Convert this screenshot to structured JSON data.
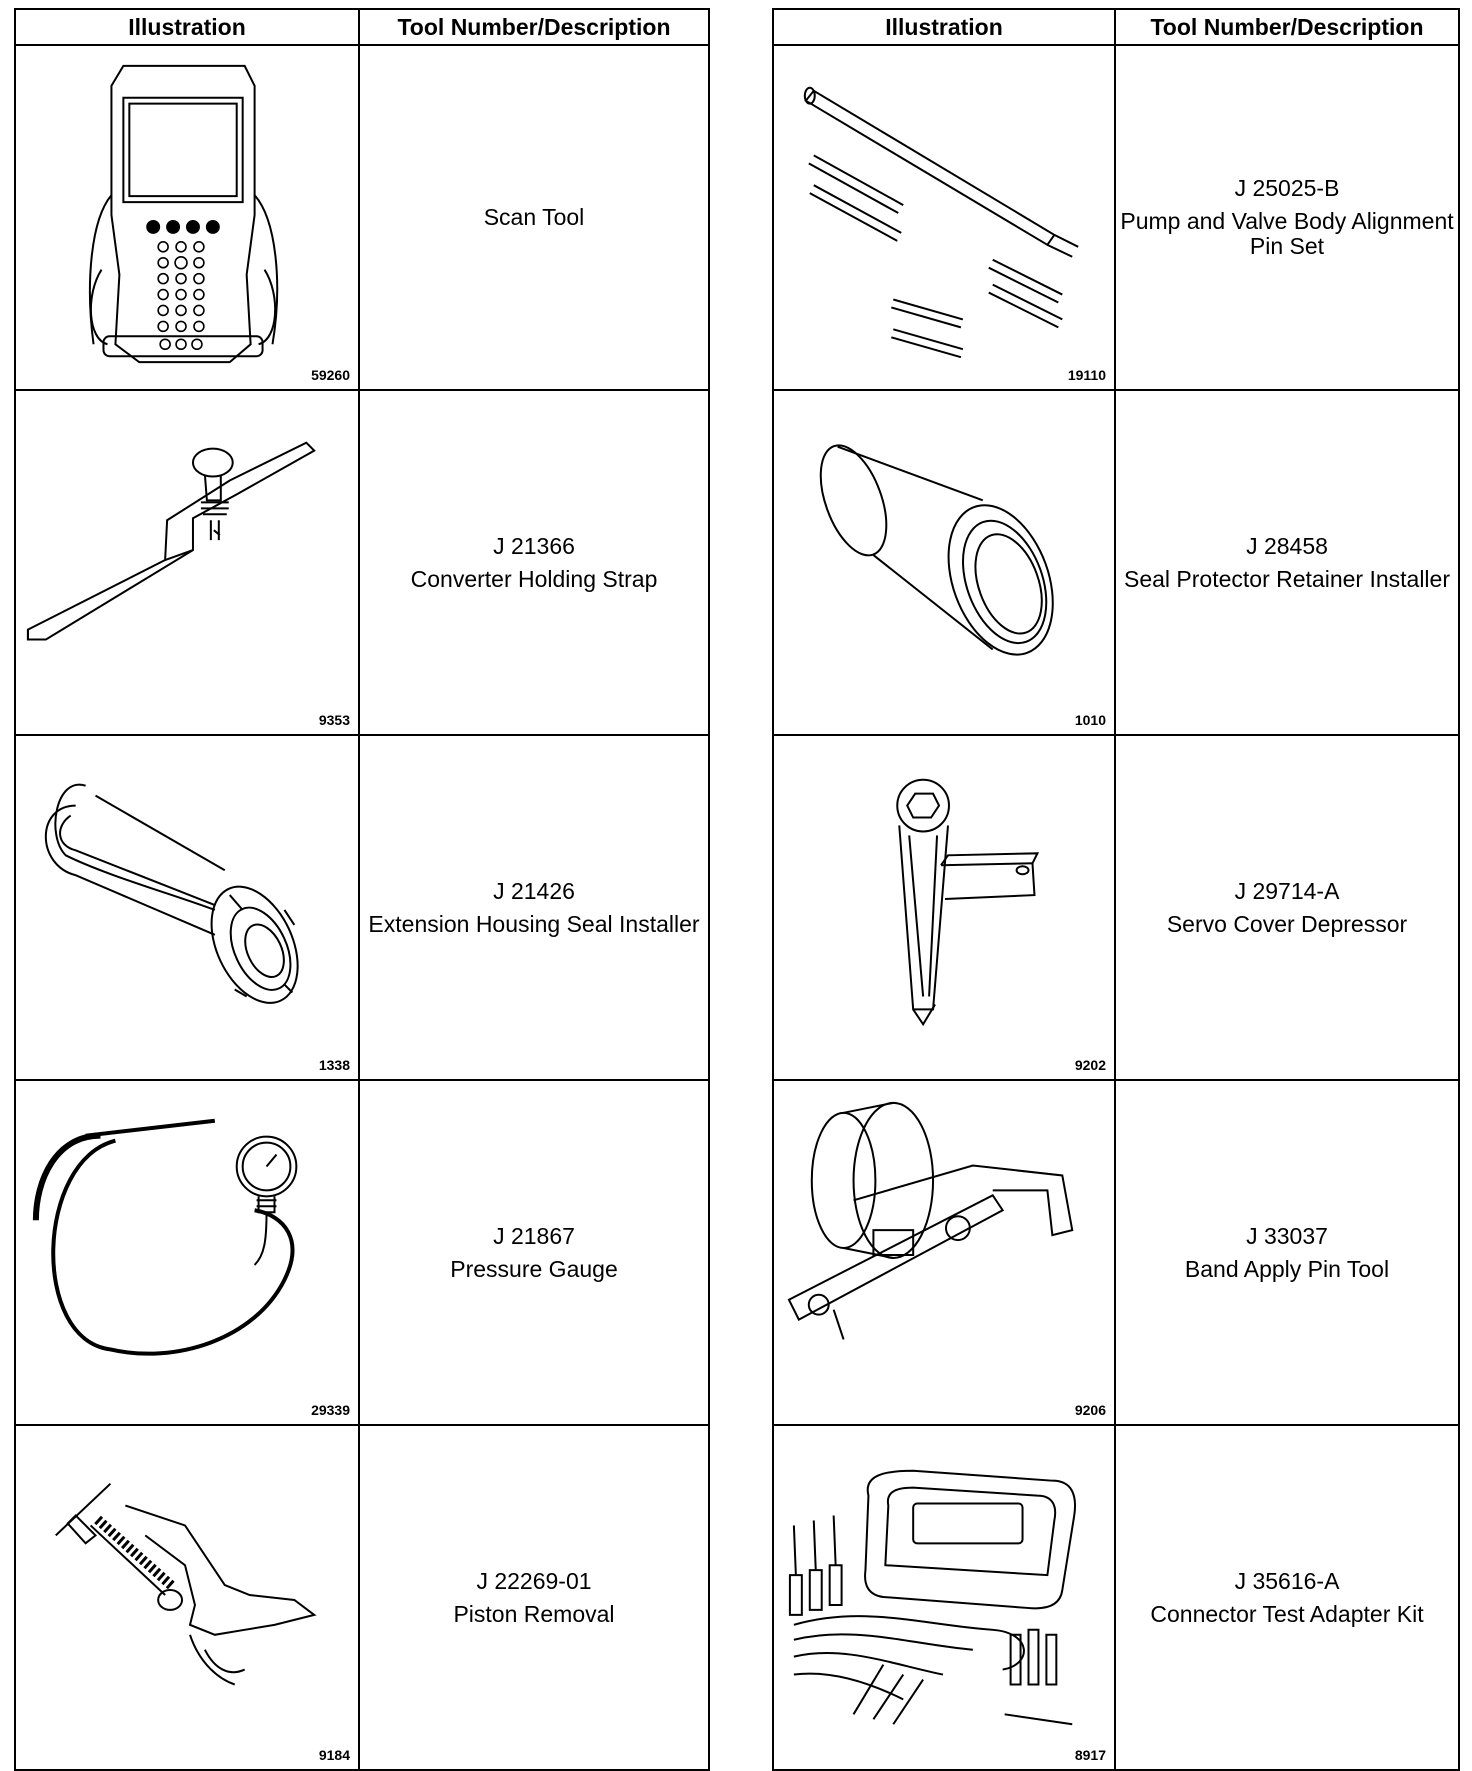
{
  "left_table": {
    "header": {
      "illustration": "Illustration",
      "tool": "Tool Number/Description"
    },
    "rows": [
      {
        "figure": "59260",
        "tool_number": "",
        "description": "Scan Tool",
        "icon": "scan-tool-icon"
      },
      {
        "figure": "9353",
        "tool_number": "J 21366",
        "description": "Converter Holding Strap",
        "icon": "holding-strap-icon"
      },
      {
        "figure": "1338",
        "tool_number": "J 21426",
        "description": "Extension Housing Seal Installer",
        "icon": "seal-installer-icon"
      },
      {
        "figure": "29339",
        "tool_number": "J 21867",
        "description": "Pressure Gauge",
        "icon": "pressure-gauge-icon"
      },
      {
        "figure": "9184",
        "tool_number": "J 22269-01",
        "description": "Piston Removal",
        "icon": "piston-removal-icon"
      }
    ]
  },
  "right_table": {
    "header": {
      "illustration": "Illustration",
      "tool": "Tool Number/Description"
    },
    "rows": [
      {
        "figure": "19110",
        "tool_number": "J 25025-B",
        "description": "Pump and Valve Body Alignment Pin Set",
        "icon": "alignment-pin-set-icon"
      },
      {
        "figure": "1010",
        "tool_number": "J 28458",
        "description": "Seal Protector Retainer Installer",
        "icon": "seal-protector-icon"
      },
      {
        "figure": "9202",
        "tool_number": "J 29714-A",
        "description": "Servo Cover Depressor",
        "icon": "servo-depressor-icon"
      },
      {
        "figure": "9206",
        "tool_number": "J 33037",
        "description": "Band Apply Pin Tool",
        "icon": "band-apply-pin-icon"
      },
      {
        "figure": "8917",
        "tool_number": "J 35616-A",
        "description": "Connector Test Adapter Kit",
        "icon": "test-adapter-kit-icon"
      }
    ]
  }
}
